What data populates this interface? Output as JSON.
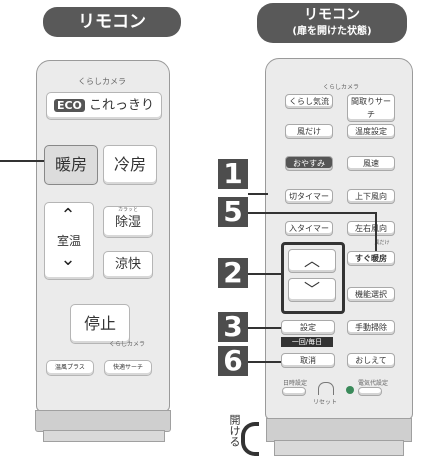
{
  "left": {
    "header": "リモコン",
    "label_kurashi": "くらしカメラ",
    "eco": "ECO",
    "eco_text": "これっきり",
    "danbou": "暖房",
    "reibou": "冷房",
    "shitsuon": "室温",
    "josou_small": "カラッと",
    "josou": "除湿",
    "ryokai": "涼快",
    "teishi": "停止",
    "label_kurashi2": "くらしカメラ",
    "onpu_plus": "温風プラス",
    "kaiteki_search": "快適サーチ"
  },
  "right": {
    "header": "リモコン",
    "header_sub": "(扉を開けた状態)",
    "label_kurashi": "くらしカメラ",
    "kurashi_mode": "くらし気流",
    "kaiteki_search": "間取りサーチ",
    "kaze_dake": "風だけ",
    "ondo_settei": "温度設定",
    "oyasumi": "おやすみ",
    "fuusoku": "風速",
    "kiri_timer": "切タイマー",
    "joge_fuuko": "上下風向",
    "iri_timer": "入タイマー",
    "sayu_fuuko": "左右風向",
    "sugu_small": "風だけ",
    "sugu_kanbou": "すぐ暖房",
    "kinou_sentaku": "機能選択",
    "settei": "設定",
    "ichikai_mainichi": "一回/毎日",
    "teate_souji": "手動掃除",
    "torikeshi": "取消",
    "oshiete": "おしえて",
    "nichiji_settei": "日時設定",
    "reset": "リセット",
    "denki_settei": "電気代設定",
    "open_label": "開ける"
  },
  "markers": [
    "1",
    "5",
    "2",
    "3",
    "6"
  ]
}
